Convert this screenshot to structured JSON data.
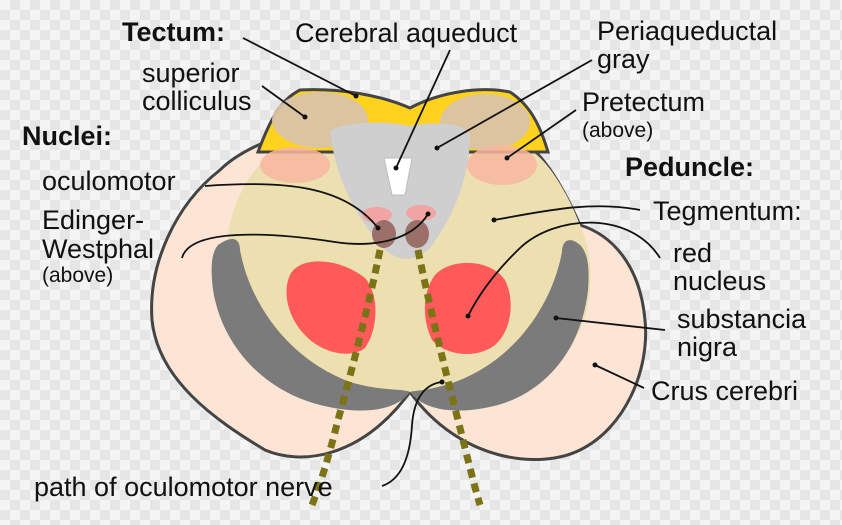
{
  "labels": {
    "tectum": "Tectum:",
    "superior_colliculus_1": "superior",
    "superior_colliculus_2": "colliculus",
    "cerebral_aqueduct": "Cerebral aqueduct",
    "periaqueductal_1": "Periaqueductal",
    "periaqueductal_2": "gray",
    "pretectum": "Pretectum",
    "pretectum_note": "(above)",
    "nuclei": "Nuclei:",
    "oculomotor": "oculomotor",
    "edinger_1": "Edinger-",
    "edinger_2": "Westphal",
    "edinger_note": "(above)",
    "peduncle": "Peduncle:",
    "tegmentum": "Tegmentum:",
    "red_nucleus_1": "red",
    "red_nucleus_2": "nucleus",
    "substancia_1": "substancia",
    "substancia_2": "nigra",
    "crus_cerebri": "Crus cerebri",
    "oculomotor_nerve_path": "path of oculomotor nerve"
  },
  "colors": {
    "crus": "#fde5d5",
    "tegmentum": "#ecdfb0",
    "tectum_band": "#ffd21e",
    "colliculus": "#d9c3a6",
    "pretectum": "#f8b7a0",
    "gray_matter": "#cfcfcf",
    "aqueduct": "#ffffff",
    "nucleus_pink": "#f2a3a3",
    "edinger": "#9a7068",
    "red_nucleus": "#ff5a5a",
    "substantia_nigra": "#7b7b7b",
    "nerve_path": "#7b7315",
    "outline": "#444444"
  }
}
